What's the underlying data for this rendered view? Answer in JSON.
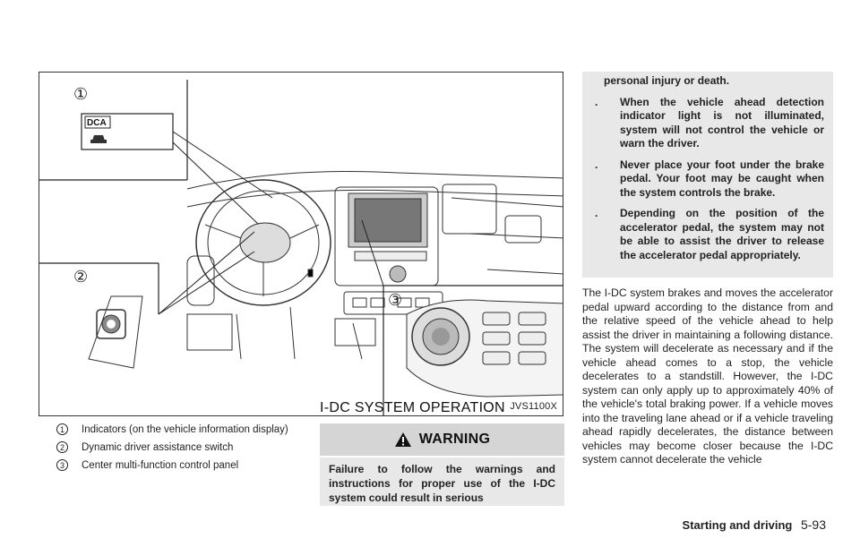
{
  "figure": {
    "code": "JVS1100X",
    "callouts": [
      "①",
      "②",
      "③"
    ],
    "dca_label": "DCA"
  },
  "legend": [
    {
      "num": "1",
      "text": "Indicators (on the vehicle information display)"
    },
    {
      "num": "2",
      "text": "Dynamic driver assistance switch"
    },
    {
      "num": "3",
      "text": "Center multi-function control panel"
    }
  ],
  "section": {
    "title": "I-DC SYSTEM OPERATION"
  },
  "warning": {
    "label": "WARNING",
    "text": "Failure to follow the warnings and instructions for proper use of the I-DC system could result in serious",
    "continuation": "personal injury or death.",
    "bullets": [
      "When the vehicle ahead detection indicator light is not illuminated, system will not control the vehicle or warn the driver.",
      "Never place your foot under the brake pedal. Your foot may be caught when the system controls the brake.",
      "Depending on the position of the accelerator pedal, the system may not be able to assist the driver to release the accelerator pedal appropriately."
    ],
    "bullet_mark": "."
  },
  "body": {
    "paragraph": "The I-DC system brakes and moves the accelerator pedal upward according to the distance from and the relative speed of the vehicle ahead to help assist the driver in maintaining a following distance. The system will decelerate as necessary and if the vehicle ahead comes to a stop, the vehicle decelerates to a standstill. However, the I-DC system can only apply up to approximately 40% of the vehicle's total braking power. If a vehicle moves into the traveling lane ahead or if a vehicle traveling ahead rapidly decelerates, the distance between vehicles may become closer because the I-DC system cannot decelerate the vehicle"
  },
  "footer": {
    "section": "Starting and driving",
    "page": "5-93"
  }
}
